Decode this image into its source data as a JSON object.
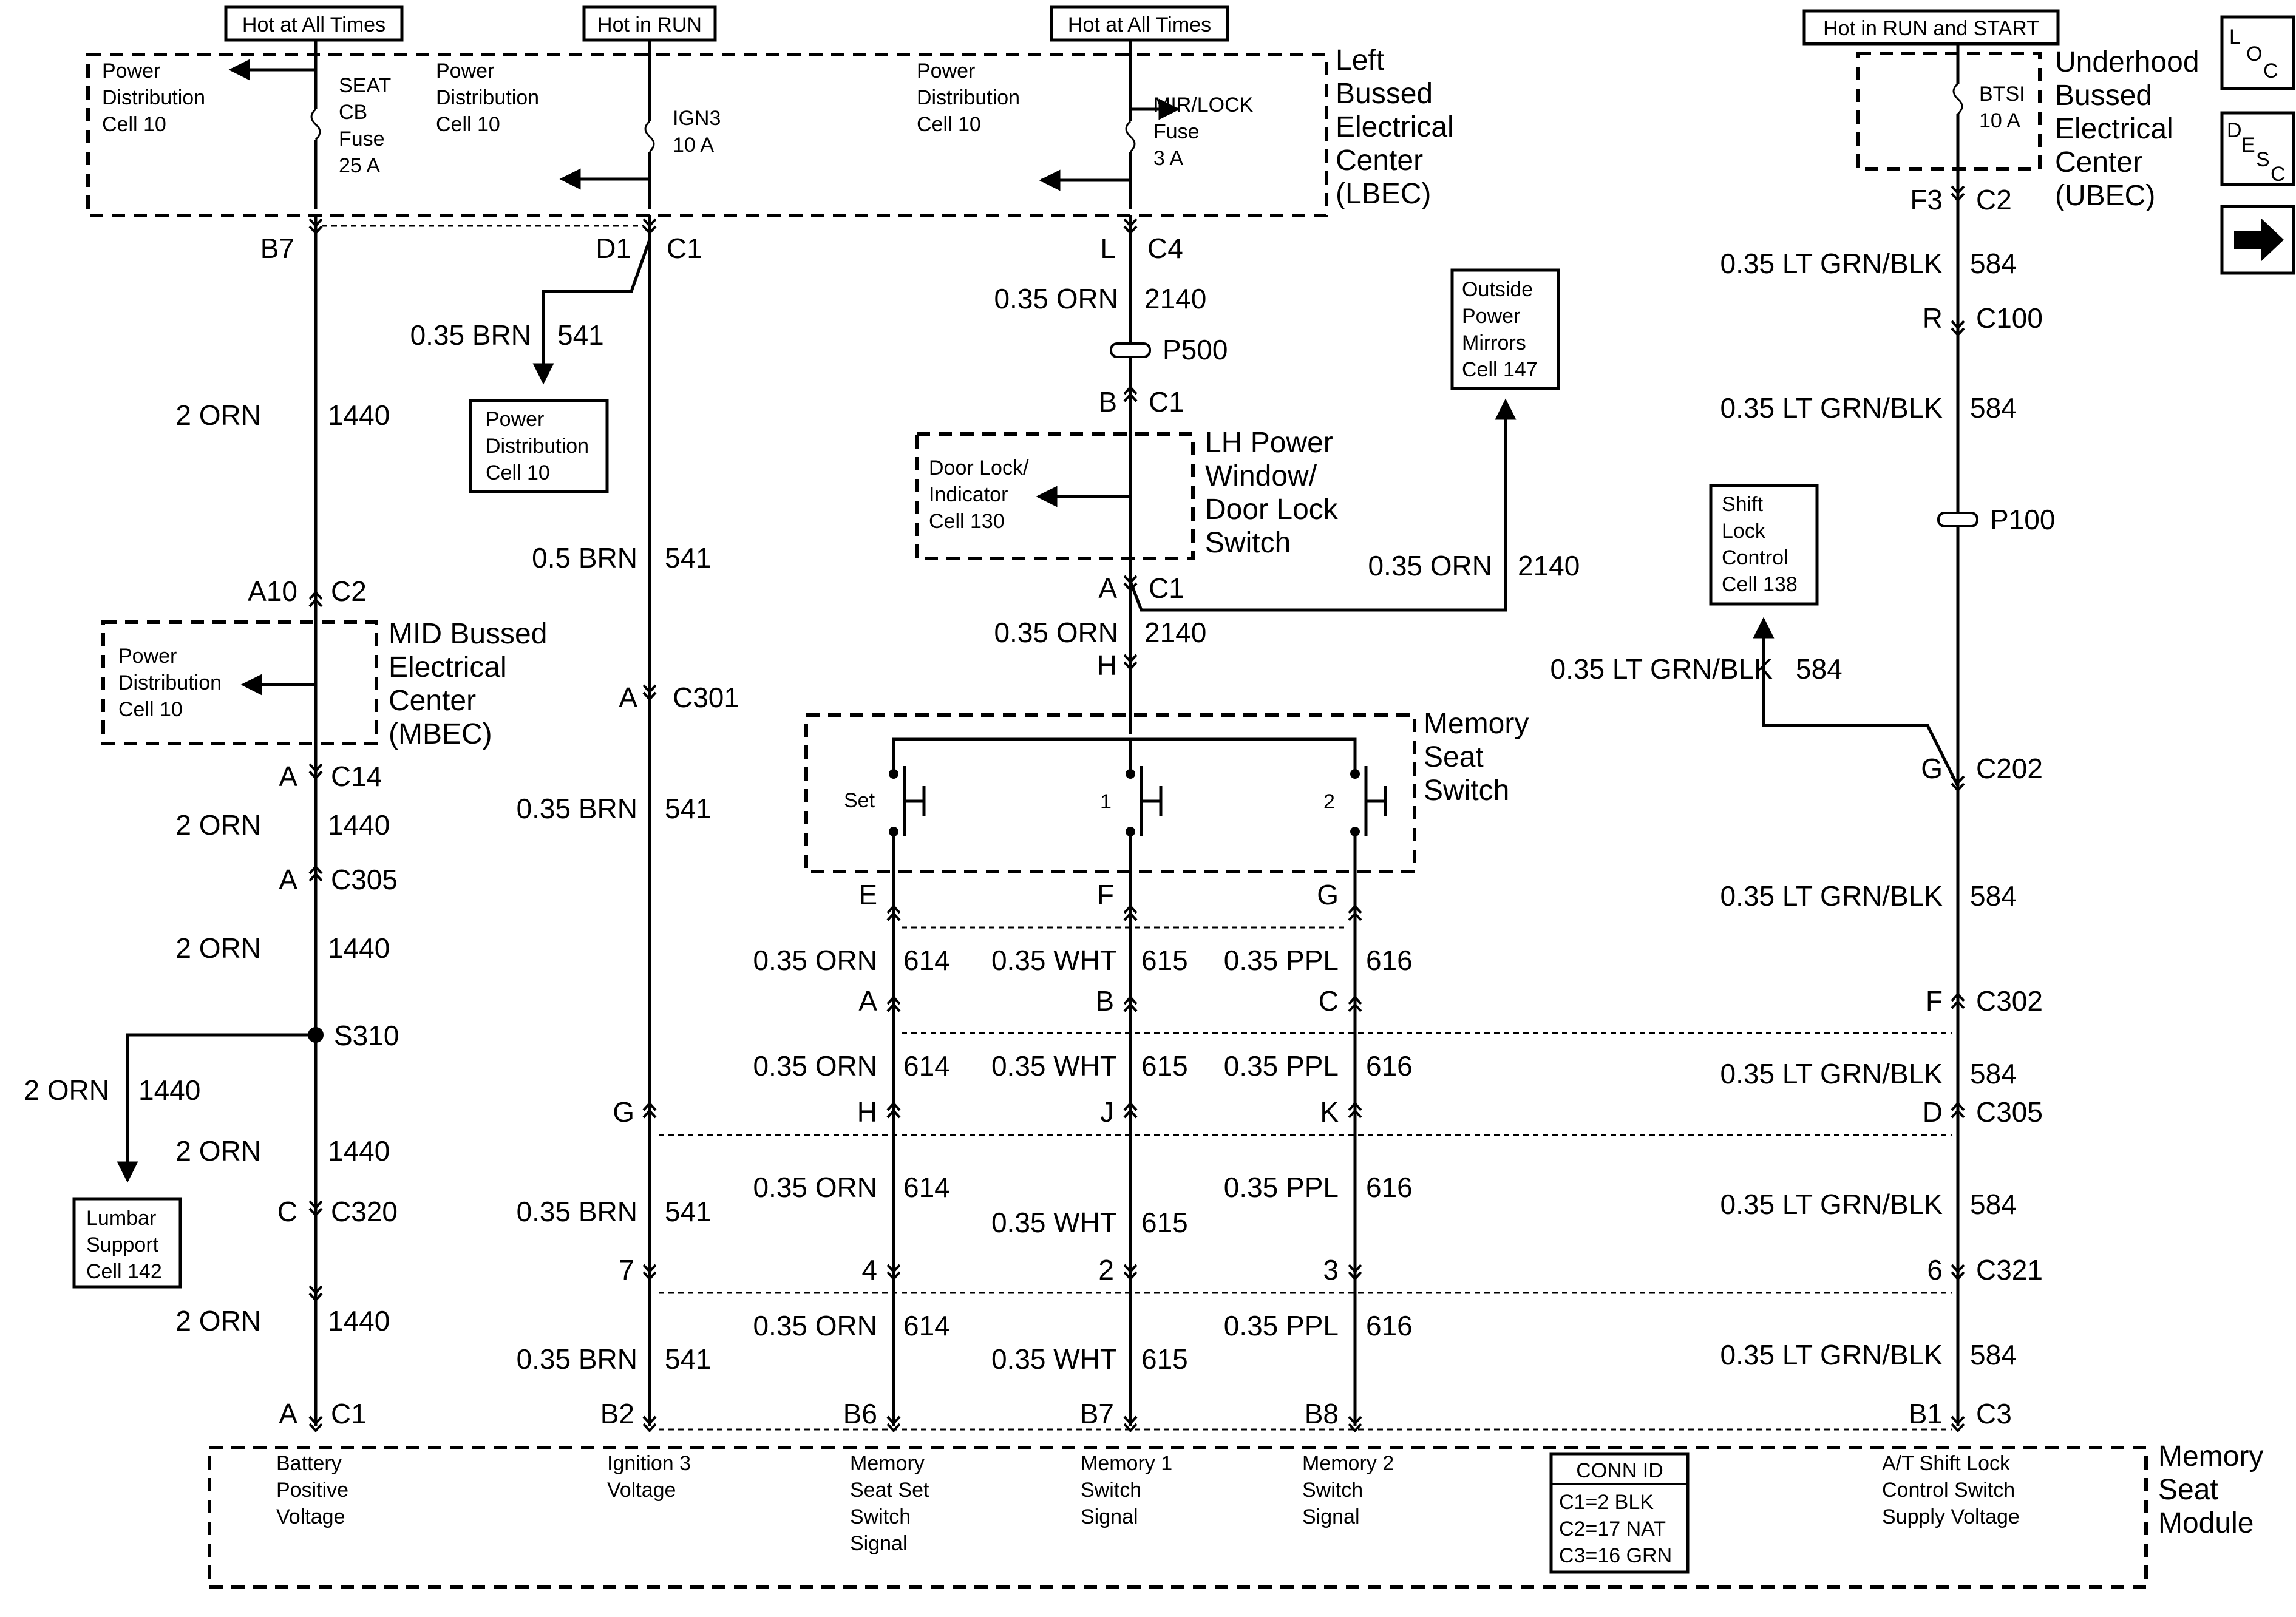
{
  "supply_labels": {
    "hot_all_times_1": "Hot at All Times",
    "hot_in_run": "Hot in RUN",
    "hot_all_times_2": "Hot at All Times",
    "hot_run_start": "Hot in RUN and START"
  },
  "lbec": {
    "name": [
      "Left",
      "Bussed",
      "Electrical",
      "Center",
      "(LBEC)"
    ],
    "pd1": [
      "Power",
      "Distribution",
      "Cell 10"
    ],
    "pd2": [
      "Power",
      "Distribution",
      "Cell 10"
    ],
    "pd3": [
      "Power",
      "Distribution",
      "Cell 10"
    ],
    "fuse_seat": [
      "SEAT",
      "CB",
      "Fuse",
      "25 A"
    ],
    "fuse_ign3": [
      "IGN3",
      "10 A"
    ],
    "fuse_mirlock": [
      "MIR/LOCK",
      "Fuse",
      "3 A"
    ]
  },
  "ubec": {
    "name": [
      "Underhood",
      "Bussed",
      "Electrical",
      "Center",
      "(UBEC)"
    ],
    "fuse": [
      "BTSI",
      "10 A"
    ]
  },
  "mbec": {
    "name": [
      "MID Bussed",
      "Electrical",
      "Center",
      "(MBEC)"
    ],
    "pd": [
      "Power",
      "Distribution",
      "Cell 10"
    ]
  },
  "nav_icons": {
    "loc": [
      "L",
      "O",
      "C"
    ],
    "desc": [
      "D",
      "E",
      "S",
      "C"
    ]
  },
  "refs": {
    "pd_cell10": [
      "Power",
      "Distribution",
      "Cell 10"
    ],
    "outside_mirrors": [
      "Outside",
      "Power",
      "Mirrors",
      "Cell 147"
    ],
    "shift_lock": [
      "Shift",
      "Lock",
      "Control",
      "Cell 138"
    ],
    "lumbar": [
      "Lumbar",
      "Support",
      "Cell 142"
    ],
    "door_lock": [
      "Door Lock/",
      "Indicator",
      "Cell 130"
    ]
  },
  "lh_switch": [
    "LH Power",
    "Window/",
    "Door Lock",
    "Switch"
  ],
  "memory_switch": {
    "name": [
      "Memory",
      "Seat",
      "Switch"
    ],
    "set": "Set",
    "one": "1",
    "two": "2"
  },
  "module": {
    "name": [
      "Memory",
      "Seat",
      "Module"
    ],
    "pins": [
      [
        "Battery",
        "Positive",
        "Voltage"
      ],
      [
        "Ignition 3",
        "Voltage"
      ],
      [
        "Memory",
        "Seat Set",
        "Switch",
        "Signal"
      ],
      [
        "Memory 1",
        "Switch",
        "Signal"
      ],
      [
        "Memory 2",
        "Switch",
        "Signal"
      ],
      [
        "A/T Shift Lock",
        "Control Switch",
        "Supply Voltage"
      ]
    ],
    "conn_id": [
      "CONN ID",
      "C1=2 BLK",
      "C2=17 NAT",
      "C3=16 GRN"
    ]
  },
  "col1": {
    "b7": "B7",
    "w1": "2 ORN",
    "n1": "1440",
    "a10": "A10",
    "c2": "C2",
    "a14": "A",
    "c14": "C14",
    "w2": "2 ORN",
    "n2": "1440",
    "a305": "A",
    "c305": "C305",
    "w3": "2 ORN",
    "n3": "1440",
    "s310": "S310",
    "wb": "2 ORN",
    "nb": "1440",
    "w4": "2 ORN",
    "n4": "1440",
    "c320p": "C",
    "c320": "C320",
    "w5": "2 ORN",
    "n5": "1440",
    "ac1": "A",
    "c1": "C1"
  },
  "col2": {
    "d1": "D1",
    "c1": "C1",
    "wb": "0.35 BRN",
    "nb": "541",
    "w1": "0.5 BRN",
    "n1": "541",
    "a301": "A",
    "c301": "C301",
    "w2": "0.35 BRN",
    "n2": "541",
    "g": "G",
    "w3": "0.35 BRN",
    "n3": "541",
    "p7": "7",
    "w4": "0.35 BRN",
    "n4": "541",
    "b2": "B2"
  },
  "col3": {
    "l": "L",
    "c4": "C4",
    "w1": "0.35 ORN",
    "n1": "2140",
    "p500": "P500",
    "b": "B",
    "c1a": "C1",
    "a": "A",
    "c1b": "C1",
    "w2": "0.35 ORN",
    "n2": "2140",
    "h": "H",
    "wm": "0.35 ORN",
    "nm": "2140"
  },
  "sw_outputs": {
    "e": "E",
    "f": "F",
    "g": "G",
    "r1": [
      "0.35 ORN",
      "614",
      "0.35 WHT",
      "615",
      "0.35 PPL",
      "616"
    ],
    "c302": [
      "A",
      "B",
      "C"
    ],
    "r2": [
      "0.35 ORN",
      "614",
      "0.35 WHT",
      "615",
      "0.35 PPL",
      "616"
    ],
    "c305": [
      "H",
      "J",
      "K"
    ],
    "r3": [
      "0.35 ORN",
      "614",
      "0.35 WHT",
      "615",
      "0.35 PPL",
      "616"
    ],
    "c321": [
      "4",
      "2",
      "3"
    ],
    "r4": [
      "0.35 ORN",
      "614",
      "0.35 WHT",
      "615",
      "0.35 PPL",
      "616"
    ],
    "c3": [
      "B6",
      "B7",
      "B8"
    ]
  },
  "col4": {
    "f3": "F3",
    "c2": "C2",
    "w1": "0.35 LT GRN/BLK",
    "n1": "584",
    "r": "R",
    "c100": "C100",
    "w2": "0.35 LT GRN/BLK",
    "n2": "584",
    "p100": "P100",
    "wb": "0.35 LT GRN/BLK",
    "nb": "584",
    "g": "G",
    "c202": "C202",
    "w3": "0.35 LT GRN/BLK",
    "n3": "584",
    "f": "F",
    "c302": "C302",
    "w4": "0.35 LT GRN/BLK",
    "n4": "584",
    "d": "D",
    "c305": "C305",
    "w5": "0.35 LT GRN/BLK",
    "n5": "584",
    "p6": "6",
    "c321": "C321",
    "w6": "0.35 LT GRN/BLK",
    "n6": "584",
    "b1": "B1",
    "c3": "C3"
  }
}
